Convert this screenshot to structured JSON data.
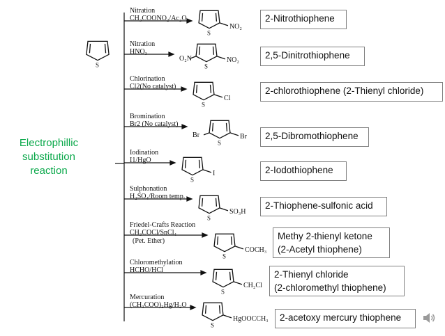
{
  "side_title": [
    "Electrophillic",
    "substitution",
    "reaction"
  ],
  "ring_heteroatom": "S",
  "colors": {
    "title": "#0aa84a",
    "line": "#111111",
    "box_border": "#7f7f7f"
  },
  "reactions": [
    {
      "name": "Nitration",
      "reagent": "CH₃COONO₂/Ac₂O",
      "left_sub": "",
      "right_sub": "NO₂",
      "product": [
        "2-Nitrothiophene"
      ]
    },
    {
      "name": "Nitration",
      "reagent": "HNO₃",
      "left_sub": "O₂N",
      "right_sub": "NO₂",
      "product": [
        "2,5-Dinitrothiophene"
      ]
    },
    {
      "name": "Chlorination",
      "reagent": "Cl2(No catalyst)",
      "left_sub": "",
      "right_sub": "Cl",
      "product": [
        "2-chlorothiophene (2-Thienyl chloride)"
      ]
    },
    {
      "name": "Bromination",
      "reagent": "Br2 (No catalyst)",
      "left_sub": "Br",
      "right_sub": "Br",
      "product": [
        "2,5-Dibromothiophene"
      ]
    },
    {
      "name": "Iodination",
      "reagent": "I1/HgO",
      "left_sub": "",
      "right_sub": "I",
      "product": [
        "2-Iodothiophene"
      ]
    },
    {
      "name": "Sulphonation",
      "reagent": "H₂SO₄/Room temp.",
      "left_sub": "",
      "right_sub": "SO₃H",
      "product": [
        "2-Thiophene-sulfonic acid"
      ]
    },
    {
      "name": "Friedel-Crafts Reaction",
      "reagent": "CH₃COCl/SnCl₄",
      "reagent2": "(Pet. Ether)",
      "left_sub": "",
      "right_sub": "COCH₃",
      "product": [
        "Methy 2-thienyl ketone",
        "(2-Acetyl thiophene)"
      ]
    },
    {
      "name": "Chloromethylation",
      "reagent": "HCHO/HCl",
      "left_sub": "",
      "right_sub": "CH₂Cl",
      "product": [
        "2-Thienyl chloride",
        "(2-chloromethyl thiophene)"
      ]
    },
    {
      "name": "Mercuration",
      "reagent": "(CH₃COO)₂Hg/H₂O",
      "left_sub": "",
      "right_sub": "HgOOCCH₃",
      "product": [
        "2-acetoxy mercury thiophene"
      ]
    }
  ]
}
